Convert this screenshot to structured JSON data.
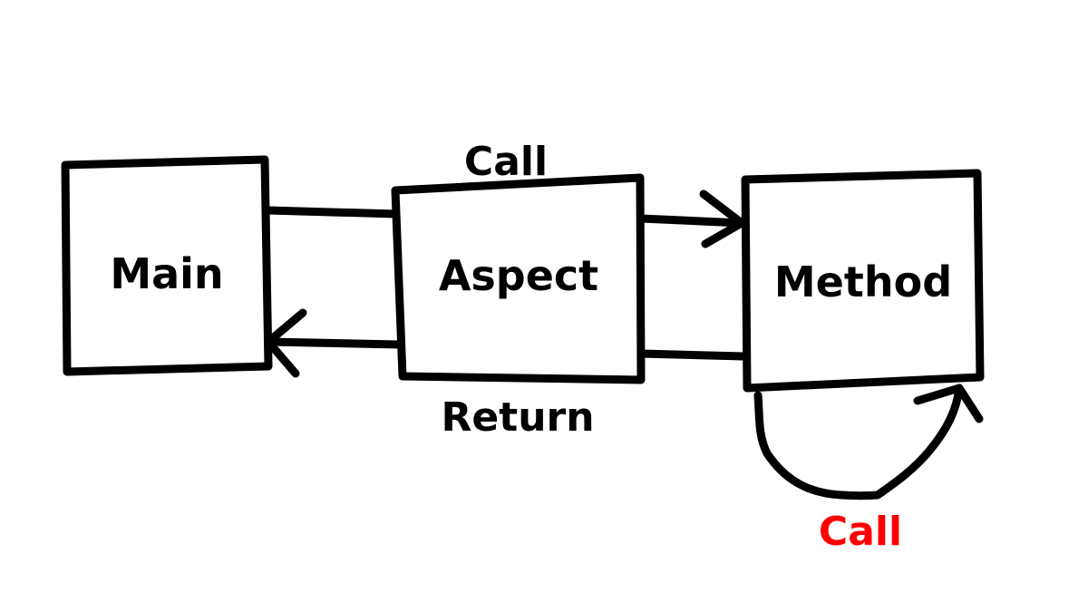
{
  "diagram": {
    "nodes": {
      "main": "Main",
      "aspect": "Aspect",
      "method": "Method"
    },
    "edges": {
      "call_top": "Call",
      "return_bottom": "Return",
      "self_call": "Call"
    },
    "colors": {
      "stroke": "#000000",
      "background": "#ffffff",
      "self_call_label": "#ff0000"
    }
  }
}
